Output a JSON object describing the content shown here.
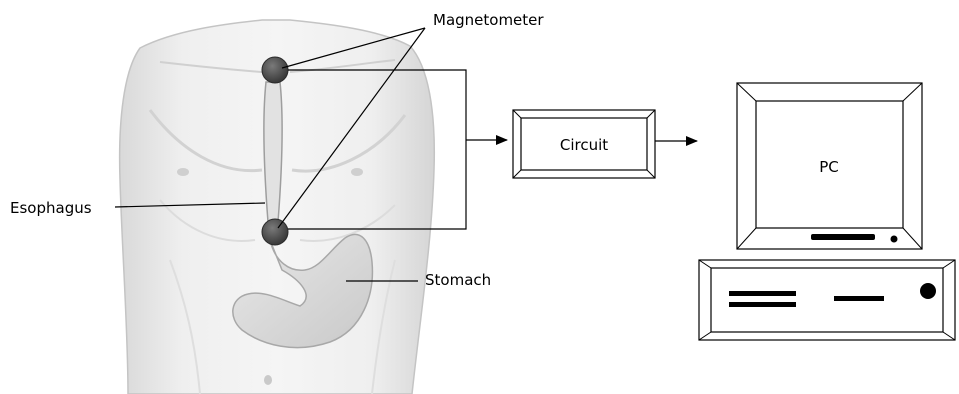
{
  "labels": {
    "magnetometer": "Magnetometer",
    "esophagus": "Esophagus",
    "stomach": "Stomach",
    "circuit": "Circuit",
    "pc": "PC"
  },
  "colors": {
    "line": "#000000",
    "skin_light": "#f2f2f2",
    "skin_mid": "#e0e0e0",
    "skin_shadow": "#c8c8c8",
    "sensor": "#4a4a4a"
  },
  "icons": {
    "sensor": "magnetometer-sensor-icon",
    "computer": "desktop-computer-icon"
  }
}
